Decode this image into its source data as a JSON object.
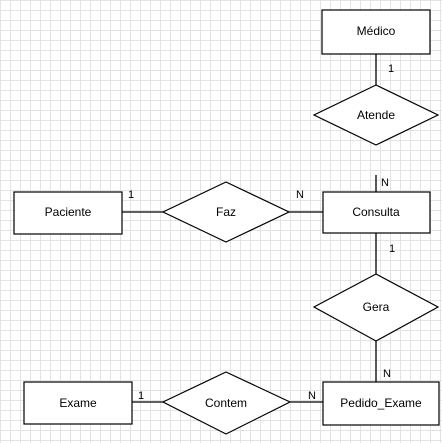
{
  "entities": {
    "medico": "Médico",
    "paciente": "Paciente",
    "consulta": "Consulta",
    "exame": "Exame",
    "pedido_exame": "Pedido_Exame"
  },
  "relationships": {
    "atende": "Atende",
    "faz": "Faz",
    "gera": "Gera",
    "contem": "Contem"
  },
  "cardinalities": {
    "medico_atende": "1",
    "atende_consulta": "N",
    "paciente_faz": "1",
    "faz_consulta": "N",
    "consulta_gera": "1",
    "gera_pedido": "N",
    "exame_contem": "1",
    "contem_pedido": "N"
  },
  "colors": {
    "stroke": "#000000",
    "fill": "#ffffff",
    "grid": "#e3e3e3"
  }
}
